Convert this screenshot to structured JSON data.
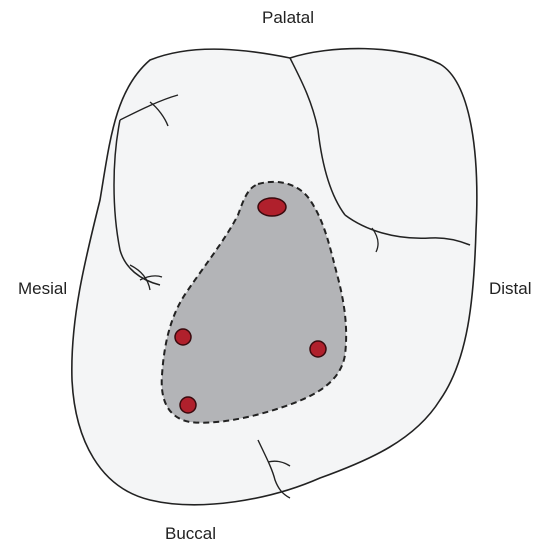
{
  "labels": {
    "palatal": "Palatal",
    "mesial": "Mesial",
    "distal": "Distal",
    "buccal": "Buccal"
  },
  "colors": {
    "tooth_fill": "#f4f5f6",
    "outline": "#222222",
    "access_outline_fill": "#b3b4b7",
    "canal_orifice": "#b0202c",
    "canal_orifice_stroke": "#3a0a0e"
  },
  "diagram": {
    "canal_orifice_count": 4
  }
}
